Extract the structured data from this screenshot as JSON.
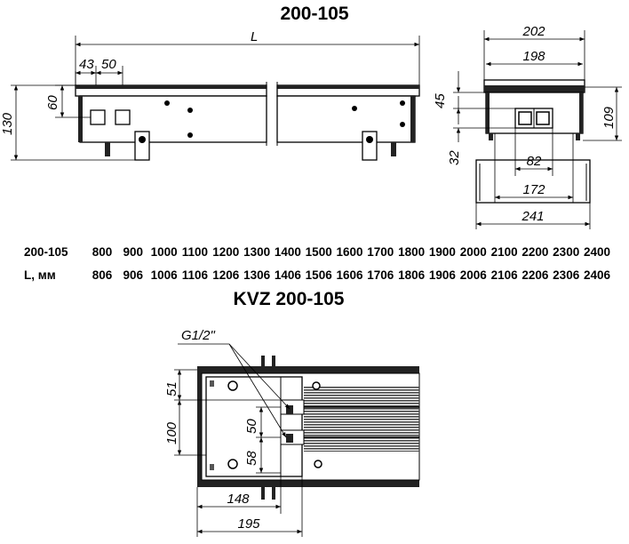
{
  "titles": {
    "main": "200-105",
    "second": "KVZ 200-105"
  },
  "front_view": {
    "dim_length": "L",
    "dim_43": "43",
    "dim_50": "50",
    "dim_60": "60",
    "dim_130": "130"
  },
  "side_view": {
    "dim_202": "202",
    "dim_198": "198",
    "dim_45": "45",
    "dim_109": "109",
    "dim_32": "32",
    "dim_82": "82",
    "dim_172": "172",
    "dim_241": "241"
  },
  "table": {
    "row1_label": "200-105",
    "row1_values": [
      "800",
      "900",
      "1000",
      "1100",
      "1200",
      "1300",
      "1400",
      "1500",
      "1600",
      "1700",
      "1800",
      "1900",
      "2000",
      "2100",
      "2200",
      "2300",
      "2400"
    ],
    "row2_label": "L, мм",
    "row2_values": [
      "806",
      "906",
      "1006",
      "1106",
      "1206",
      "1306",
      "1406",
      "1506",
      "1606",
      "1706",
      "1806",
      "1906",
      "2006",
      "2106",
      "2206",
      "2306",
      "2406"
    ]
  },
  "kvz_view": {
    "thread": "G1/2\"",
    "dim_51": "51",
    "dim_100": "100",
    "dim_58": "58",
    "dim_50": "50",
    "dim_148": "148",
    "dim_195": "195"
  }
}
